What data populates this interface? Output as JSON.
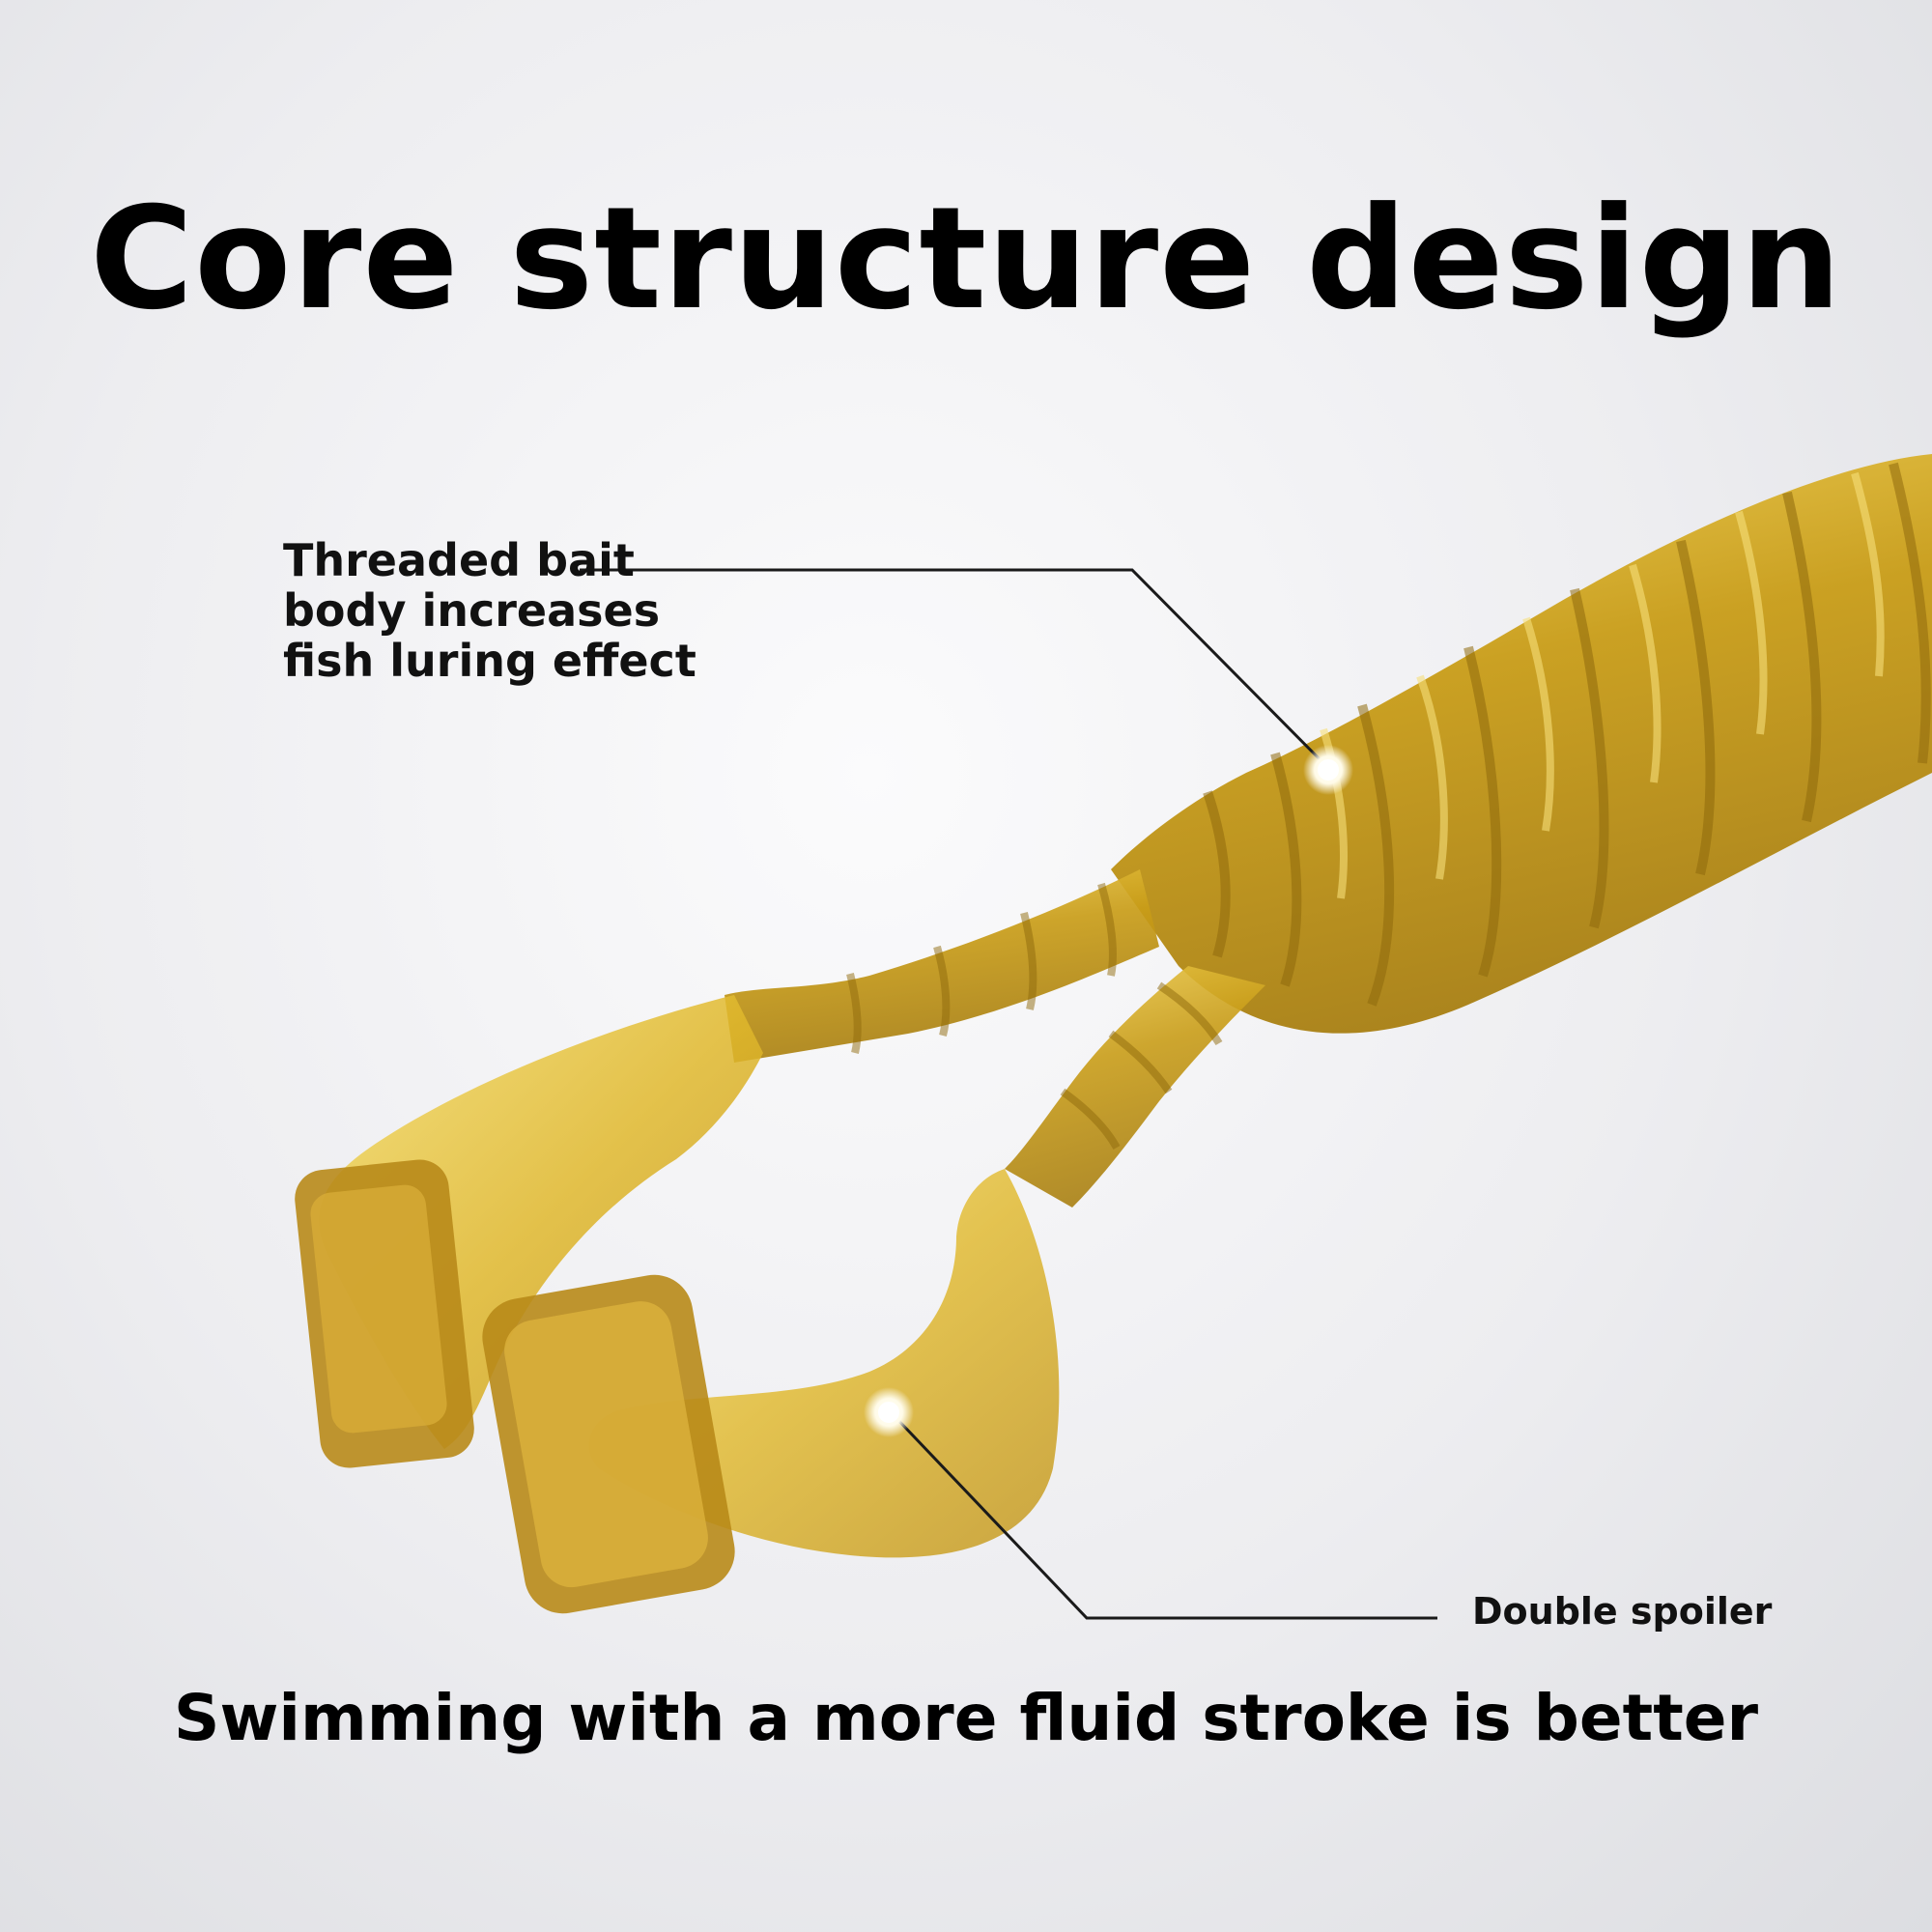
{
  "title": "Core structure design",
  "callouts": {
    "threaded": {
      "lines": [
        "Threaded bait",
        "body increases",
        "fish luring effect"
      ]
    },
    "spoiler": {
      "label": "Double spoiler"
    }
  },
  "tagline": "Swimming with a more fluid stroke is better",
  "colors": {
    "lure_body": "#c9a21a",
    "lure_highlight": "#f2d45a",
    "lure_shadow": "#9a7410",
    "text": "#000000",
    "leader_line": "#1a1a1a"
  }
}
